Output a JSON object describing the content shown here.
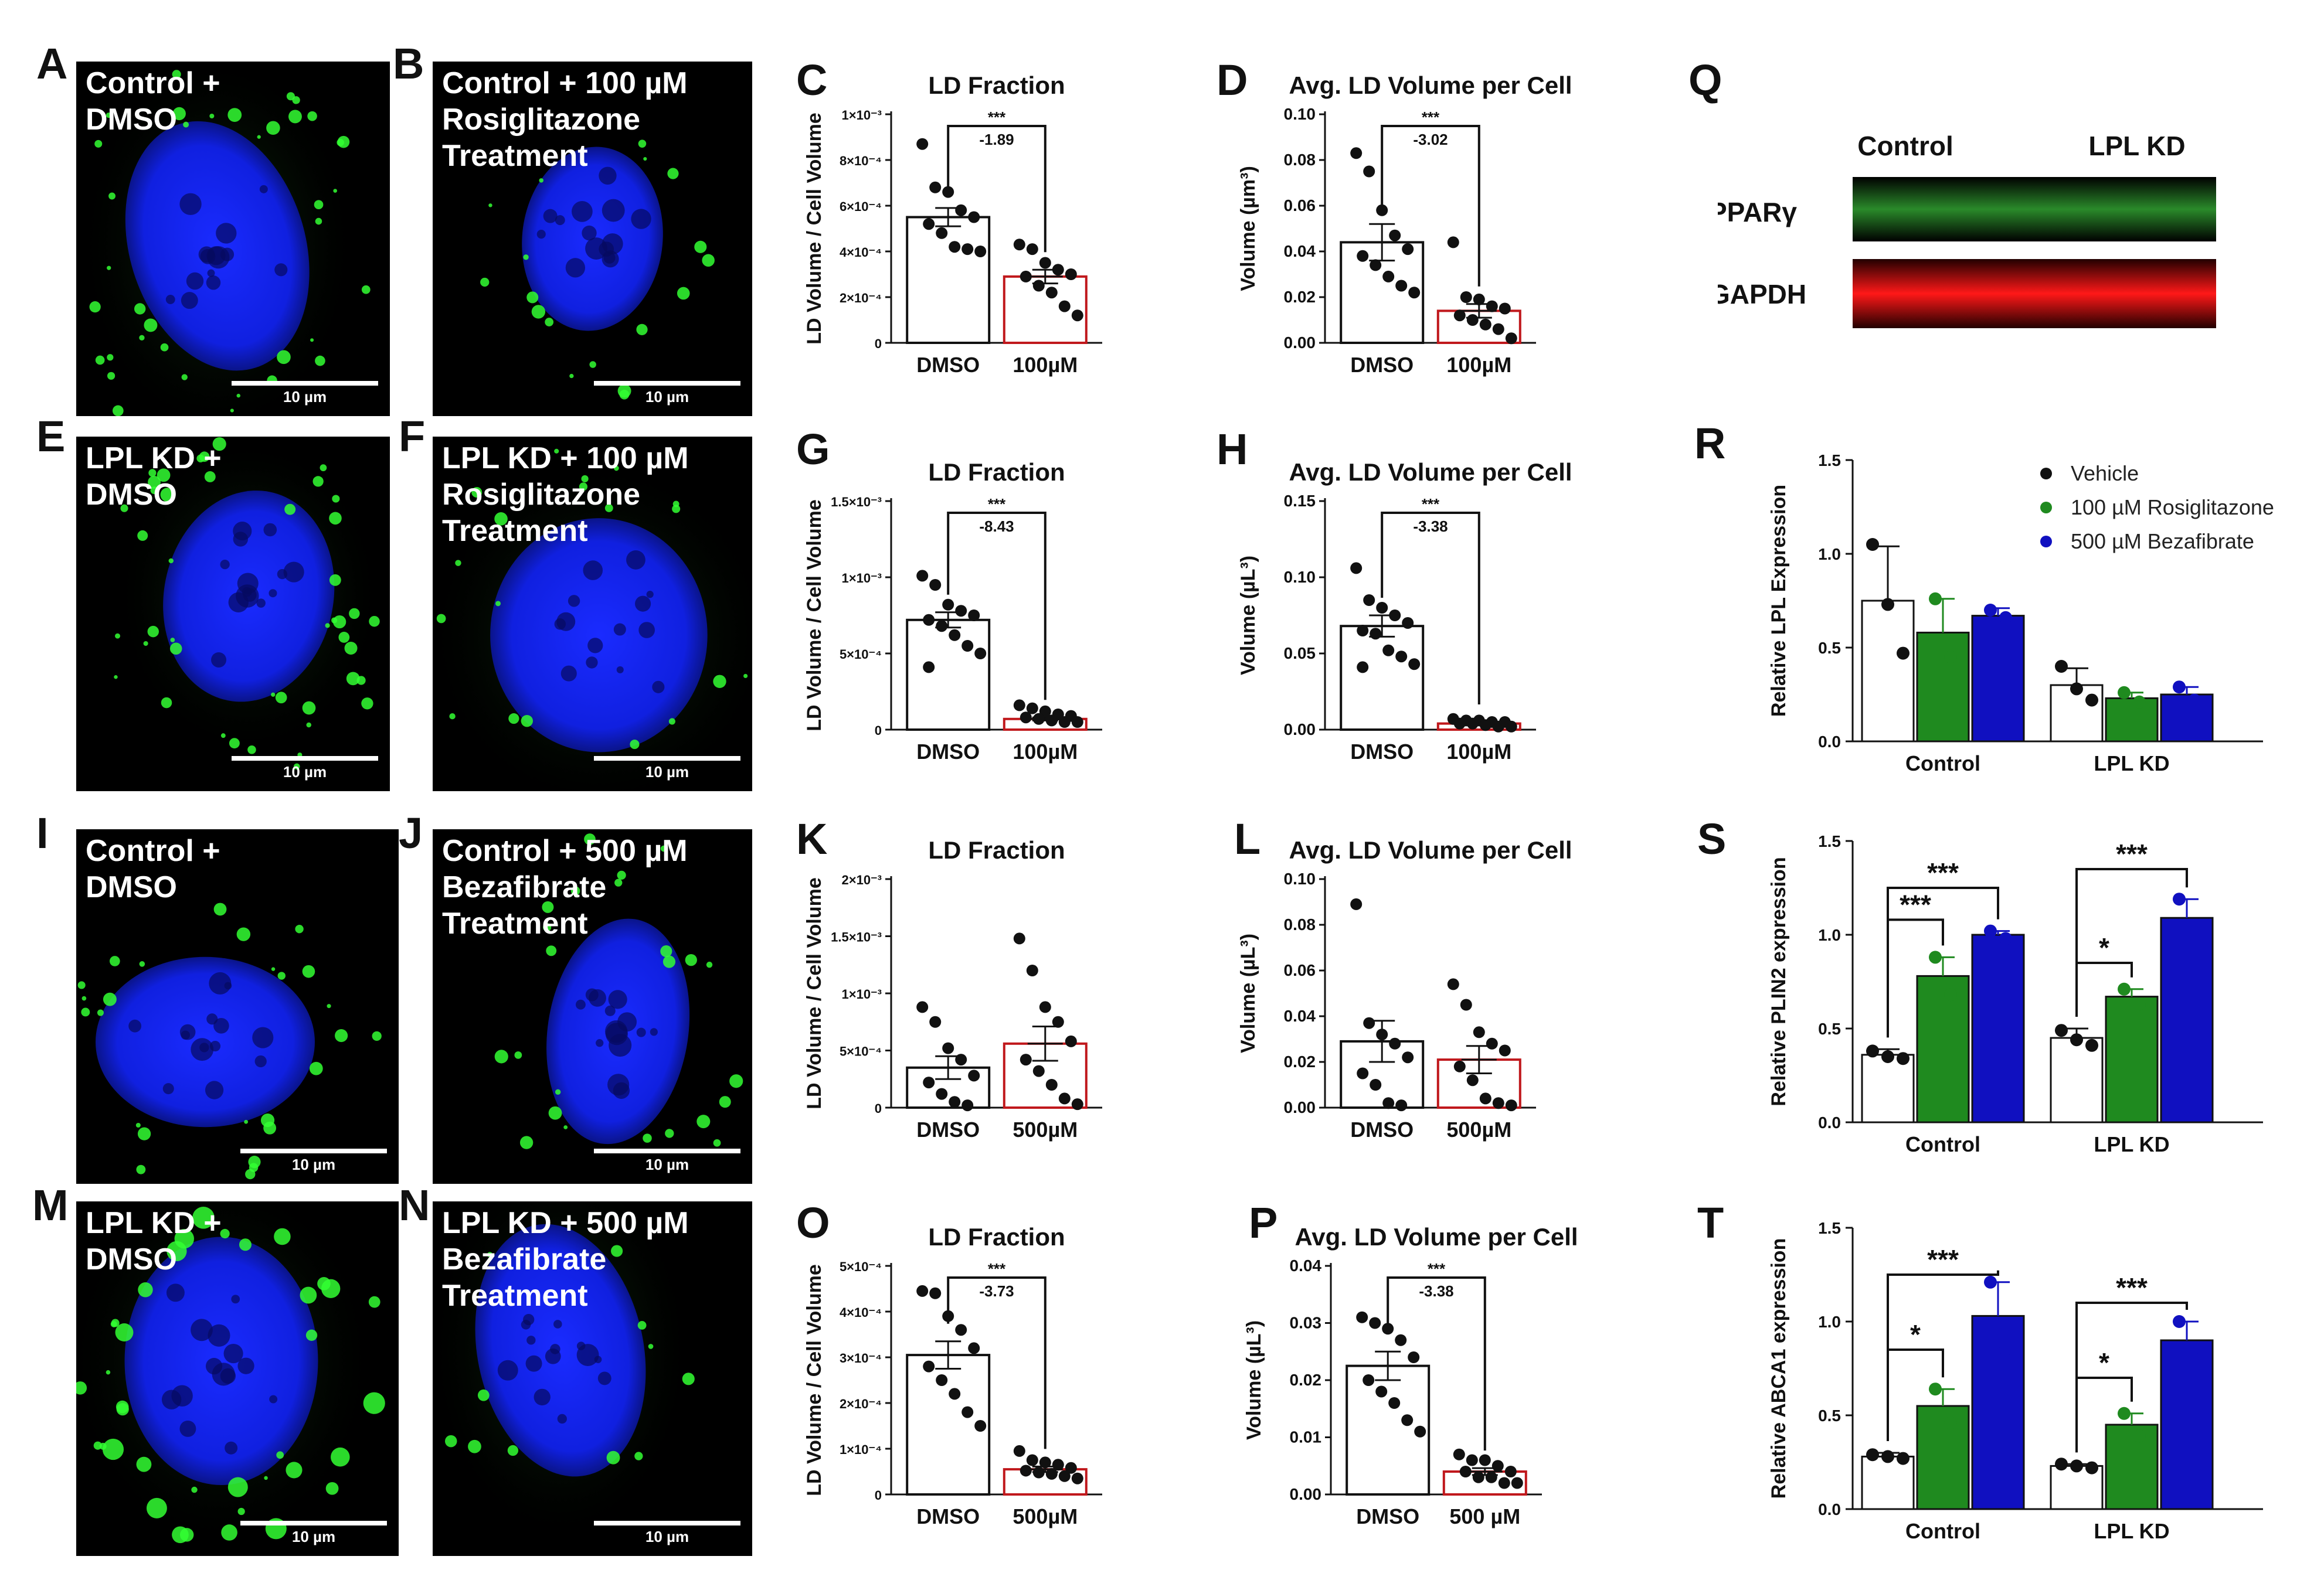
{
  "panel_letters": {
    "A": "A",
    "B": "B",
    "C": "C",
    "D": "D",
    "E": "E",
    "F": "F",
    "G": "G",
    "H": "H",
    "I": "I",
    "J": "J",
    "K": "K",
    "L": "L",
    "M": "M",
    "N": "N",
    "O": "O",
    "P": "P",
    "Q": "Q",
    "R": "R",
    "S": "S",
    "T": "T"
  },
  "micrographs": {
    "A": {
      "title": "Control +\nDMSO",
      "scale": "10 µm"
    },
    "B": {
      "title": "Control + 100 µM\nRosiglitazone\nTreatment",
      "scale": "10 µm"
    },
    "E": {
      "title": "LPL KD +\nDMSO",
      "scale": "10 µm"
    },
    "F": {
      "title": "LPL KD + 100 µM\nRosiglitazone\nTreatment",
      "scale": "10 µm"
    },
    "I": {
      "title": "Control +\nDMSO",
      "scale": "10 µm"
    },
    "J": {
      "title": "Control + 500 µM\nBezafibrate\nTreatment",
      "scale": "10 µm"
    },
    "M": {
      "title": "LPL KD +\nDMSO",
      "scale": "10 µm"
    },
    "N": {
      "title": "LPL KD + 500 µM\nBezafibrate\nTreatment",
      "scale": "10 µm"
    }
  },
  "western_blot": {
    "lanes": [
      "Control",
      "LPL KD"
    ],
    "rows": [
      {
        "label": "PPARγ",
        "color": "#2a8a2a"
      },
      {
        "label": "GAPDH",
        "color": "#e01010"
      }
    ]
  },
  "chart_data": [
    {
      "id": "C",
      "type": "bar",
      "title": "LD Fraction",
      "ylabel": "LD Volume / Cell Volume",
      "ylim": [
        0,
        0.001
      ],
      "yticks": [
        0,
        0.0002,
        0.0004,
        0.0006,
        0.0008,
        0.001
      ],
      "yticklabels": [
        "0",
        "2×10⁻⁴",
        "4×10⁻⁴",
        "6×10⁻⁴",
        "8×10⁻⁴",
        "1×10⁻³"
      ],
      "categories": [
        "DMSO",
        "100µM"
      ],
      "values": [
        0.00055,
        0.00029
      ],
      "sem": [
        4e-05,
        3e-05
      ],
      "bar_colors": [
        "#111111",
        "#c0181c"
      ],
      "points": [
        [
          0.00087,
          0.00068,
          0.00066,
          0.00058,
          0.00055,
          0.00052,
          0.00048,
          0.00042,
          0.00041,
          0.0004
        ],
        [
          0.00043,
          0.00041,
          0.00035,
          0.00032,
          0.0003,
          0.00029,
          0.00025,
          0.00022,
          0.00016,
          0.00012
        ]
      ],
      "bracket": {
        "stars": "***",
        "note": "-1.89"
      }
    },
    {
      "id": "D",
      "type": "bar",
      "title": "Avg. LD  Volume per Cell",
      "ylabel": "Volume (µm³)",
      "ylim": [
        0,
        0.1
      ],
      "yticks": [
        0,
        0.02,
        0.04,
        0.06,
        0.08,
        0.1
      ],
      "yticklabels": [
        "0.00",
        "0.02",
        "0.04",
        "0.06",
        "0.08",
        "0.10"
      ],
      "categories": [
        "DMSO",
        "100µM"
      ],
      "values": [
        0.044,
        0.014
      ],
      "sem": [
        0.008,
        0.003
      ],
      "bar_colors": [
        "#111111",
        "#c0181c"
      ],
      "points": [
        [
          0.083,
          0.075,
          0.058,
          0.047,
          0.041,
          0.038,
          0.034,
          0.029,
          0.025,
          0.022
        ],
        [
          0.044,
          0.02,
          0.019,
          0.016,
          0.015,
          0.012,
          0.01,
          0.008,
          0.006,
          0.002
        ]
      ],
      "bracket": {
        "stars": "***",
        "note": "-3.02"
      }
    },
    {
      "id": "G",
      "type": "bar",
      "title": "LD Fraction",
      "ylabel": "LD Volume / Cell Volume",
      "ylim": [
        0,
        0.0015
      ],
      "yticks": [
        0,
        0.0005,
        0.001,
        0.0015
      ],
      "yticklabels": [
        "0",
        "5×10⁻⁴",
        "1×10⁻³",
        "1.5×10⁻³"
      ],
      "categories": [
        "DMSO",
        "100µM"
      ],
      "values": [
        0.00072,
        7e-05
      ],
      "sem": [
        5e-05,
        1e-05
      ],
      "bar_colors": [
        "#111111",
        "#c0181c"
      ],
      "points": [
        [
          0.00101,
          0.00095,
          0.00082,
          0.00078,
          0.00075,
          0.00072,
          0.00068,
          0.00062,
          0.00055,
          0.0005,
          0.00041
        ],
        [
          0.00016,
          0.00014,
          0.00012,
          0.0001,
          9e-05,
          8e-05,
          7e-05,
          6e-05,
          5e-05,
          5e-05
        ]
      ],
      "bracket": {
        "stars": "***",
        "note": "-8.43"
      }
    },
    {
      "id": "H",
      "type": "bar",
      "title": "Avg. LD Volume per Cell",
      "ylabel": "Volume (µL³)",
      "ylim": [
        0,
        0.15
      ],
      "yticks": [
        0,
        0.05,
        0.1,
        0.15
      ],
      "yticklabels": [
        "0.00",
        "0.05",
        "0.10",
        "0.15"
      ],
      "categories": [
        "DMSO",
        "100µM"
      ],
      "values": [
        0.068,
        0.004
      ],
      "sem": [
        0.007,
        0.001
      ],
      "bar_colors": [
        "#111111",
        "#c0181c"
      ],
      "points": [
        [
          0.106,
          0.085,
          0.08,
          0.075,
          0.07,
          0.065,
          0.063,
          0.052,
          0.048,
          0.043,
          0.041
        ],
        [
          0.007,
          0.006,
          0.006,
          0.005,
          0.005,
          0.004,
          0.004,
          0.003,
          0.002,
          0.002
        ]
      ],
      "bracket": {
        "stars": "***",
        "note": "-3.38"
      }
    },
    {
      "id": "K",
      "type": "bar",
      "title": "LD Fraction",
      "ylabel": "LD Volume / Cell Volume",
      "ylim": [
        0,
        0.002
      ],
      "yticks": [
        0,
        0.0005,
        0.001,
        0.0015,
        0.002
      ],
      "yticklabels": [
        "0",
        "5×10⁻⁴",
        "1×10⁻³",
        "1.5×10⁻³",
        "2×10⁻³"
      ],
      "categories": [
        "DMSO",
        "500µM"
      ],
      "values": [
        0.00035,
        0.00056
      ],
      "sem": [
        0.0001,
        0.00015
      ],
      "bar_colors": [
        "#111111",
        "#c0181c"
      ],
      "points": [
        [
          0.00088,
          0.00075,
          0.00052,
          0.00042,
          0.00028,
          0.00022,
          0.00012,
          5e-05,
          2e-05
        ],
        [
          0.00148,
          0.0012,
          0.00088,
          0.00075,
          0.00058,
          0.00042,
          0.00032,
          0.0002,
          8e-05,
          3e-05
        ]
      ],
      "bracket": null
    },
    {
      "id": "L",
      "type": "bar",
      "title": "Avg. LD Volume per Cell",
      "ylabel": "Volume (µL³)",
      "ylim": [
        0,
        0.1
      ],
      "yticks": [
        0,
        0.02,
        0.04,
        0.06,
        0.08,
        0.1
      ],
      "yticklabels": [
        "0.00",
        "0.02",
        "0.04",
        "0.06",
        "0.08",
        "0.10"
      ],
      "categories": [
        "DMSO",
        "500µM"
      ],
      "values": [
        0.029,
        0.021
      ],
      "sem": [
        0.009,
        0.006
      ],
      "bar_colors": [
        "#111111",
        "#c0181c"
      ],
      "points": [
        [
          0.089,
          0.037,
          0.032,
          0.028,
          0.022,
          0.015,
          0.01,
          0.002,
          0.001
        ],
        [
          0.054,
          0.045,
          0.033,
          0.028,
          0.025,
          0.018,
          0.012,
          0.004,
          0.002,
          0.001
        ]
      ],
      "bracket": null
    },
    {
      "id": "O",
      "type": "bar",
      "title": "LD  Fraction",
      "ylabel": "LD Volume / Cell Volume",
      "ylim": [
        0,
        0.0005
      ],
      "yticks": [
        0,
        0.0001,
        0.0002,
        0.0003,
        0.0004,
        0.0005
      ],
      "yticklabels": [
        "0",
        "1×10⁻⁴",
        "2×10⁻⁴",
        "3×10⁻⁴",
        "4×10⁻⁴",
        "5×10⁻⁴"
      ],
      "categories": [
        "DMSO",
        "500µM"
      ],
      "values": [
        0.000305,
        5.5e-05
      ],
      "sem": [
        3e-05,
        6e-06
      ],
      "bar_colors": [
        "#111111",
        "#c0181c"
      ],
      "points": [
        [
          0.000445,
          0.00044,
          0.00039,
          0.00036,
          0.00032,
          0.00028,
          0.00025,
          0.00022,
          0.00018,
          0.00015
        ],
        [
          9.5e-05,
          7.5e-05,
          7e-05,
          6.5e-05,
          5.8e-05,
          5.2e-05,
          4.8e-05,
          4.5e-05,
          4e-05,
          3.5e-05
        ]
      ],
      "bracket": {
        "stars": "***",
        "note": "-3.73"
      }
    },
    {
      "id": "P",
      "type": "bar",
      "title": "Avg. LD Volume per Cell",
      "ylabel": "Volume (µL³)",
      "ylim": [
        0,
        0.04
      ],
      "yticks": [
        0,
        0.01,
        0.02,
        0.03,
        0.04
      ],
      "yticklabels": [
        "0.00",
        "0.01",
        "0.02",
        "0.03",
        "0.04"
      ],
      "categories": [
        "DMSO",
        "500 µM"
      ],
      "values": [
        0.0225,
        0.004
      ],
      "sem": [
        0.0025,
        0.0006
      ],
      "bar_colors": [
        "#111111",
        "#c0181c"
      ],
      "points": [
        [
          0.031,
          0.03,
          0.029,
          0.027,
          0.024,
          0.02,
          0.018,
          0.016,
          0.013,
          0.011
        ],
        [
          0.007,
          0.006,
          0.006,
          0.005,
          0.004,
          0.004,
          0.003,
          0.003,
          0.002,
          0.002
        ]
      ],
      "bracket": {
        "stars": "***",
        "note": "-3.38"
      }
    },
    {
      "id": "R",
      "type": "bar",
      "ylabel": "Relative LPL Expression",
      "ylim": [
        0,
        1.5
      ],
      "yticks": [
        0,
        0.5,
        1,
        1.5
      ],
      "yticklabels": [
        "0.0",
        "0.5",
        "1.0",
        "1.5"
      ],
      "categories": [
        "Control",
        "LPL KD"
      ],
      "series": [
        {
          "name": "Vehicle",
          "color": "#ffffff",
          "dot": "#111111",
          "values": [
            0.75,
            0.3
          ],
          "err": [
            0.29,
            0.09
          ],
          "points": [
            [
              1.05,
              0.73,
              0.47
            ],
            [
              0.4,
              0.28,
              0.22
            ]
          ]
        },
        {
          "name": "100 µM Rosiglitazone",
          "color": "#1f8a1f",
          "dot": "#1f8a1f",
          "values": [
            0.58,
            0.23
          ],
          "err": [
            0.18,
            0.03
          ],
          "points": [
            [
              0.76,
              0.45
            ],
            [
              0.26,
              0.21
            ]
          ]
        },
        {
          "name": "500 µM Bezafibrate",
          "color": "#1010c0",
          "dot": "#1010c0",
          "values": [
            0.67,
            0.25
          ],
          "err": [
            0.04,
            0.04
          ],
          "points": [
            [
              0.7,
              0.66
            ],
            [
              0.29,
              0.22
            ]
          ]
        }
      ],
      "legend": "top-right",
      "brackets": []
    },
    {
      "id": "S",
      "type": "bar",
      "ylabel": "Relative PLIN2 expression",
      "ylim": [
        0,
        1.5
      ],
      "yticks": [
        0,
        0.5,
        1,
        1.5
      ],
      "yticklabels": [
        "0.0",
        "0.5",
        "1.0",
        "1.5"
      ],
      "categories": [
        "Control",
        "LPL KD"
      ],
      "series": [
        {
          "name": "Vehicle",
          "color": "#ffffff",
          "dot": "#111111",
          "values": [
            0.36,
            0.45
          ],
          "err": [
            0.03,
            0.05
          ],
          "points": [
            [
              0.38,
              0.35,
              0.34
            ],
            [
              0.49,
              0.44,
              0.41
            ]
          ]
        },
        {
          "name": "100 µM Rosiglitazone",
          "color": "#1f8a1f",
          "dot": "#1f8a1f",
          "values": [
            0.78,
            0.67
          ],
          "err": [
            0.1,
            0.04
          ],
          "points": [
            [
              0.88,
              0.68
            ],
            [
              0.71,
              0.63
            ]
          ]
        },
        {
          "name": "500 µM Bezafibrate",
          "color": "#1010c0",
          "dot": "#1010c0",
          "values": [
            1.0,
            1.09
          ],
          "err": [
            0.02,
            0.1
          ],
          "points": [
            [
              1.02,
              0.98
            ],
            [
              1.19,
              0.99
            ]
          ]
        }
      ],
      "brackets": [
        {
          "group": 0,
          "from": 0,
          "to": 1,
          "label": "***",
          "level": 1.08
        },
        {
          "group": 0,
          "from": 0,
          "to": 2,
          "label": "***",
          "level": 1.25
        },
        {
          "group": 1,
          "from": 0,
          "to": 1,
          "label": "*",
          "level": 0.85
        },
        {
          "group": 1,
          "from": 0,
          "to": 2,
          "label": "***",
          "level": 1.35
        }
      ]
    },
    {
      "id": "T",
      "type": "bar",
      "ylabel": "Relative ABCA1 expression",
      "ylim": [
        0,
        1.5
      ],
      "yticks": [
        0,
        0.5,
        1,
        1.5
      ],
      "yticklabels": [
        "0.0",
        "0.5",
        "1.0",
        "1.5"
      ],
      "categories": [
        "Control",
        "LPL KD"
      ],
      "series": [
        {
          "name": "Vehicle",
          "color": "#ffffff",
          "dot": "#111111",
          "values": [
            0.28,
            0.23
          ],
          "err": [
            0.02,
            0.01
          ],
          "points": [
            [
              0.29,
              0.28,
              0.27
            ],
            [
              0.24,
              0.23,
              0.22
            ]
          ]
        },
        {
          "name": "100 µM Rosiglitazone",
          "color": "#1f8a1f",
          "dot": "#1f8a1f",
          "values": [
            0.55,
            0.45
          ],
          "err": [
            0.09,
            0.06
          ],
          "points": [
            [
              0.64,
              0.46
            ],
            [
              0.51,
              0.39
            ]
          ]
        },
        {
          "name": "500 µM Bezafibrate",
          "color": "#1010c0",
          "dot": "#1010c0",
          "values": [
            1.03,
            0.9
          ],
          "err": [
            0.18,
            0.1
          ],
          "points": [
            [
              1.21,
              0.85
            ],
            [
              1.0,
              0.8
            ]
          ]
        }
      ],
      "brackets": [
        {
          "group": 0,
          "from": 0,
          "to": 1,
          "label": "*",
          "level": 0.85
        },
        {
          "group": 0,
          "from": 0,
          "to": 2,
          "label": "***",
          "level": 1.25
        },
        {
          "group": 1,
          "from": 0,
          "to": 1,
          "label": "*",
          "level": 0.7
        },
        {
          "group": 1,
          "from": 0,
          "to": 2,
          "label": "***",
          "level": 1.1
        }
      ]
    }
  ]
}
